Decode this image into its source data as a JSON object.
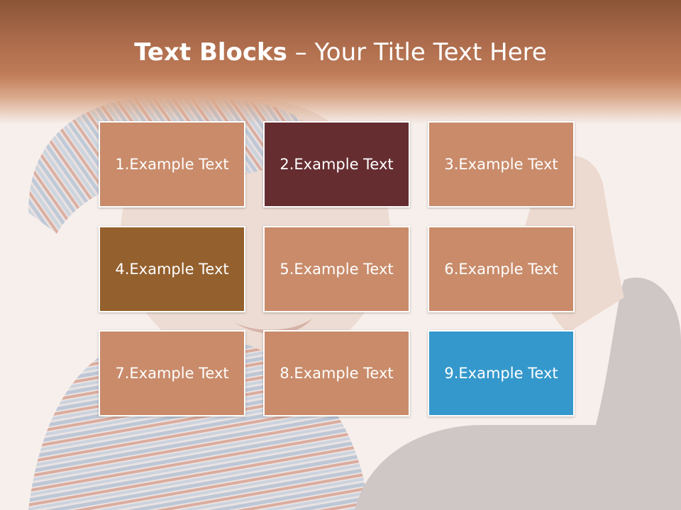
{
  "slide": {
    "title_bold": "Text Blocks",
    "title_dash": " – ",
    "title_rest": "Your Title Text Here"
  },
  "blocks": [
    {
      "label": "1.Example Text",
      "color": "#c98b6a"
    },
    {
      "label": "2.Example Text",
      "color": "#662d31"
    },
    {
      "label": "3.Example Text",
      "color": "#c98b6a"
    },
    {
      "label": "4.Example Text",
      "color": "#94602e"
    },
    {
      "label": "5.Example Text",
      "color": "#c98b6a"
    },
    {
      "label": "6.Example Text",
      "color": "#c98b6a"
    },
    {
      "label": "7.Example Text",
      "color": "#c98b6a"
    },
    {
      "label": "8.Example Text",
      "color": "#c98b6a"
    },
    {
      "label": "9.Example Text",
      "color": "#3498cc"
    }
  ],
  "colors": {
    "header_top": "#8a5536",
    "header_mid": "#c07c58",
    "background": "#f7efeb"
  }
}
